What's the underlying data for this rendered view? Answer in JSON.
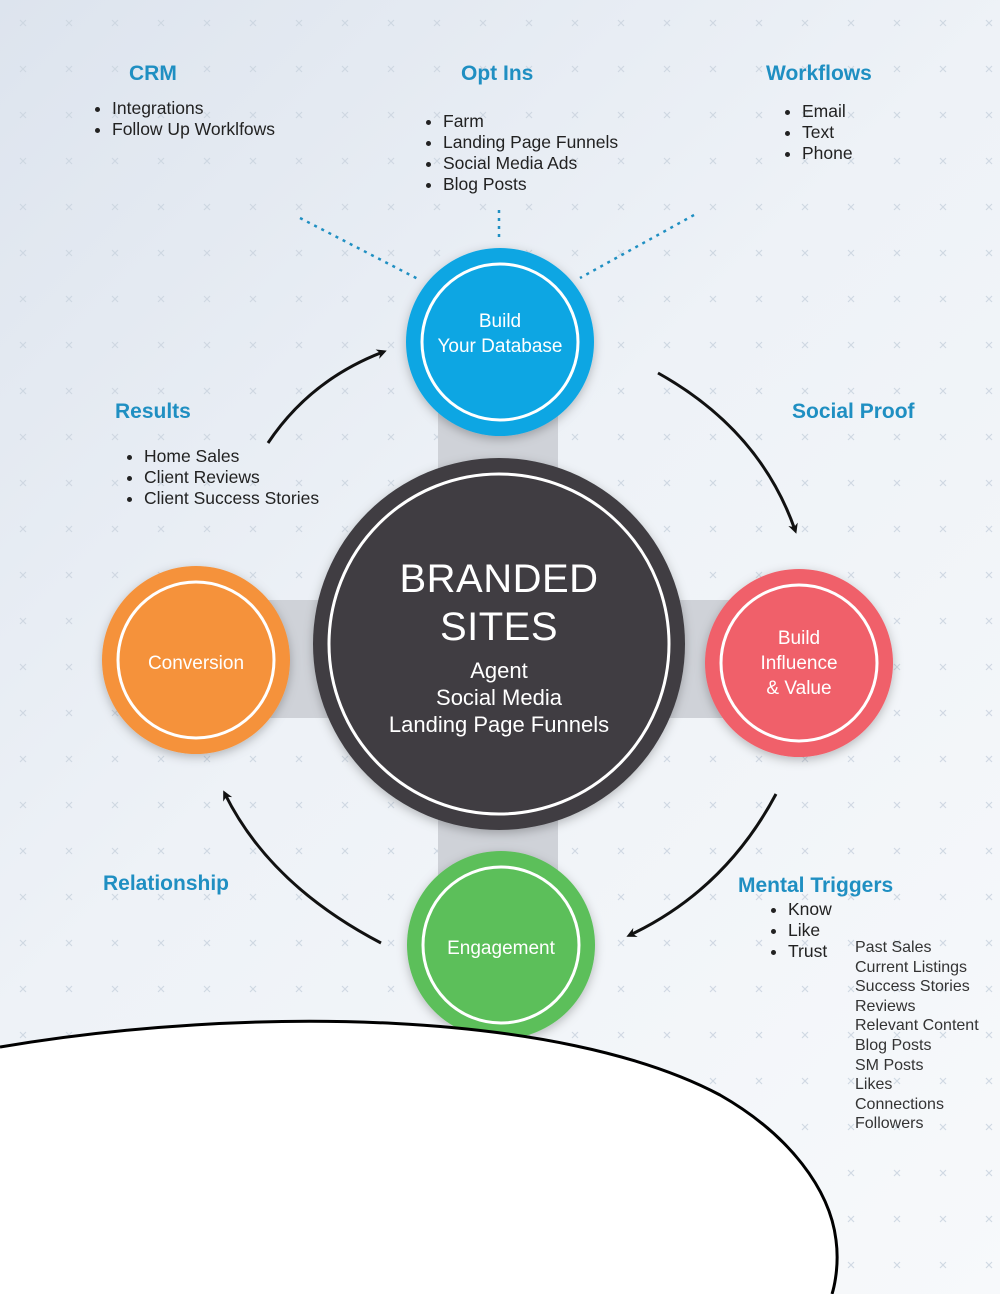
{
  "center": {
    "title_lines": [
      "BRANDED",
      "SITES"
    ],
    "sub_lines": [
      "Agent",
      "Social Media",
      "Landing Page Funnels"
    ]
  },
  "nodes": {
    "build_database": {
      "lines": [
        "Build",
        "Your Database"
      ],
      "color": "#0aa6e3"
    },
    "build_influence": {
      "lines": [
        "Build",
        "Influence",
        "& Value"
      ],
      "color": "#f0606a"
    },
    "engagement": {
      "lines": [
        "Engagement"
      ],
      "color": "#5cbf5a"
    },
    "conversion": {
      "lines": [
        "Conversion"
      ],
      "color": "#f5923a"
    }
  },
  "center_color": "#3f3e42",
  "connector_color": "#cfd2d8",
  "heading_color": "#1f8fc2",
  "sections": {
    "crm": {
      "title": "CRM",
      "items": [
        "Integrations",
        "Follow Up Worklfows"
      ]
    },
    "opt_ins": {
      "title": "Opt Ins",
      "items": [
        "Farm",
        "Landing Page Funnels",
        "Social Media Ads",
        "Blog Posts"
      ]
    },
    "workflows": {
      "title": "Workflows",
      "items": [
        "Email",
        "Text",
        "Phone"
      ]
    },
    "results": {
      "title": "Results",
      "items": [
        "Home Sales",
        "Client Reviews",
        "Client Success Stories"
      ]
    },
    "social_proof": {
      "title": "Social Proof"
    },
    "relationship": {
      "title": "Relationship"
    },
    "mental_triggers": {
      "title": "Mental Triggers",
      "items": [
        "Know",
        "Like",
        "Trust"
      ],
      "sub_items": [
        "Past Sales",
        "Current Listings",
        "Success Stories",
        "Reviews",
        "Relevant Content",
        "Blog Posts",
        "SM Posts",
        "Likes",
        "Connections",
        "Followers"
      ]
    }
  }
}
